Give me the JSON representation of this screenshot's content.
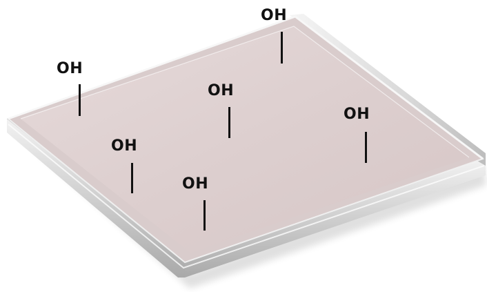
{
  "diagram": {
    "groups": [
      {
        "label": "OH"
      },
      {
        "label": "OH"
      },
      {
        "label": "OH"
      },
      {
        "label": "OH"
      },
      {
        "label": "OH"
      },
      {
        "label": "OH"
      }
    ],
    "colors": {
      "surface_top": "#e3d5d5",
      "surface_light": "#ddd0d0",
      "slab_edge": "#c7c7c7",
      "slab_highlight": "#f4f4f4",
      "label": "#111111"
    }
  }
}
